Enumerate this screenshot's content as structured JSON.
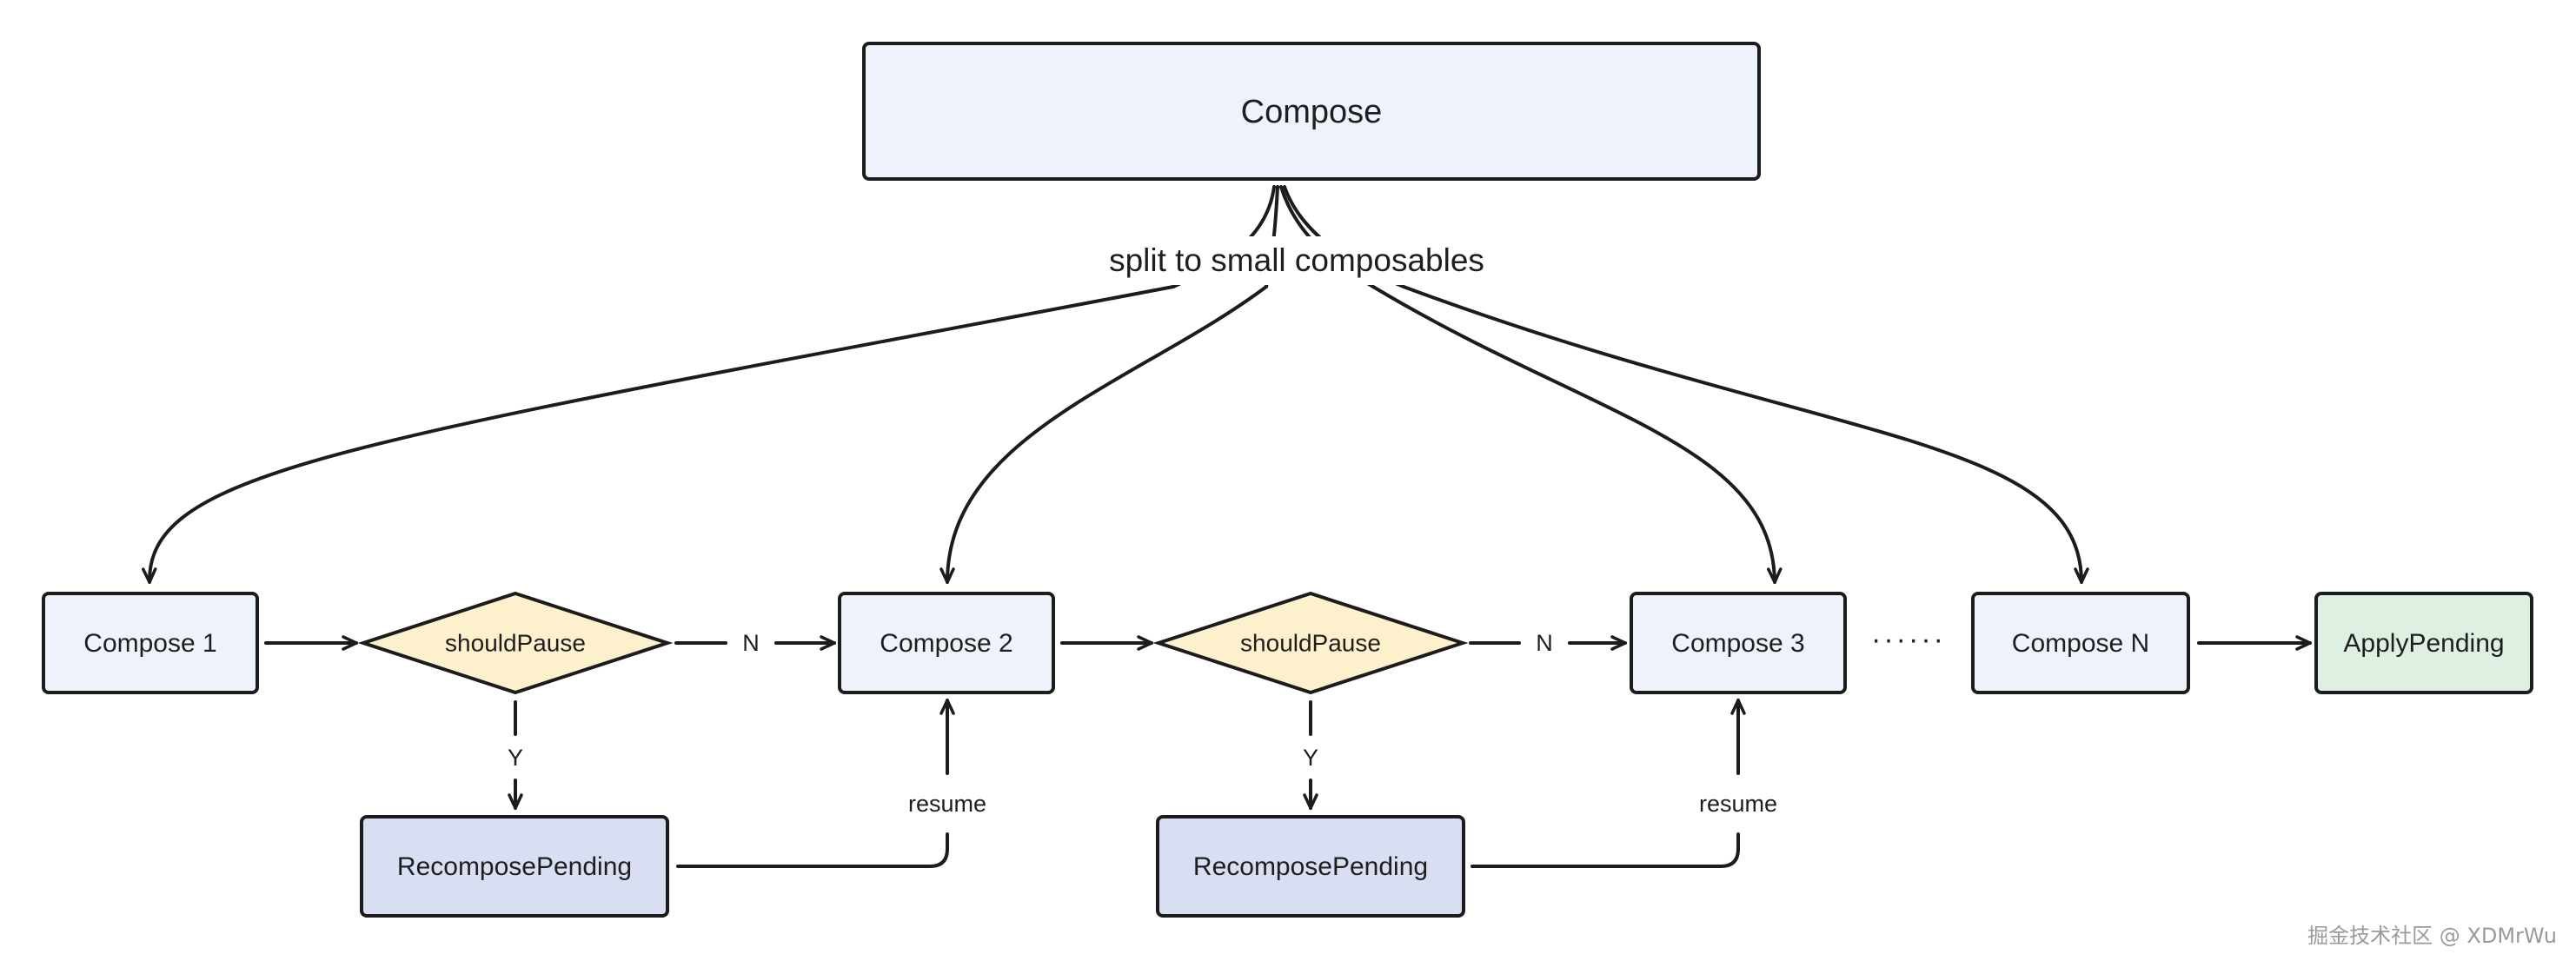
{
  "colors": {
    "compose_fill": "#eef2fb",
    "decision_fill": "#fdf0cc",
    "pending_fill": "#d8dff3",
    "apply_fill": "#def0e2",
    "stroke": "#1c1c1c"
  },
  "diagram": {
    "top_node": "Compose",
    "split_label": "split to small composables",
    "nodes": {
      "compose_1": "Compose 1",
      "should_pause_1": "shouldPause",
      "compose_2": "Compose 2",
      "should_pause_2": "shouldPause",
      "compose_3": "Compose 3",
      "ellipsis": "······",
      "compose_n": "Compose N",
      "apply_pending": "ApplyPending",
      "recompose_pending_1": "RecomposePending",
      "recompose_pending_2": "RecomposePending"
    },
    "edge_labels": {
      "no_1": "N",
      "no_2": "N",
      "yes_1": "Y",
      "yes_2": "Y",
      "resume_1": "resume",
      "resume_2": "resume"
    }
  },
  "watermark": "掘金技术社区 @ XDMrWu"
}
